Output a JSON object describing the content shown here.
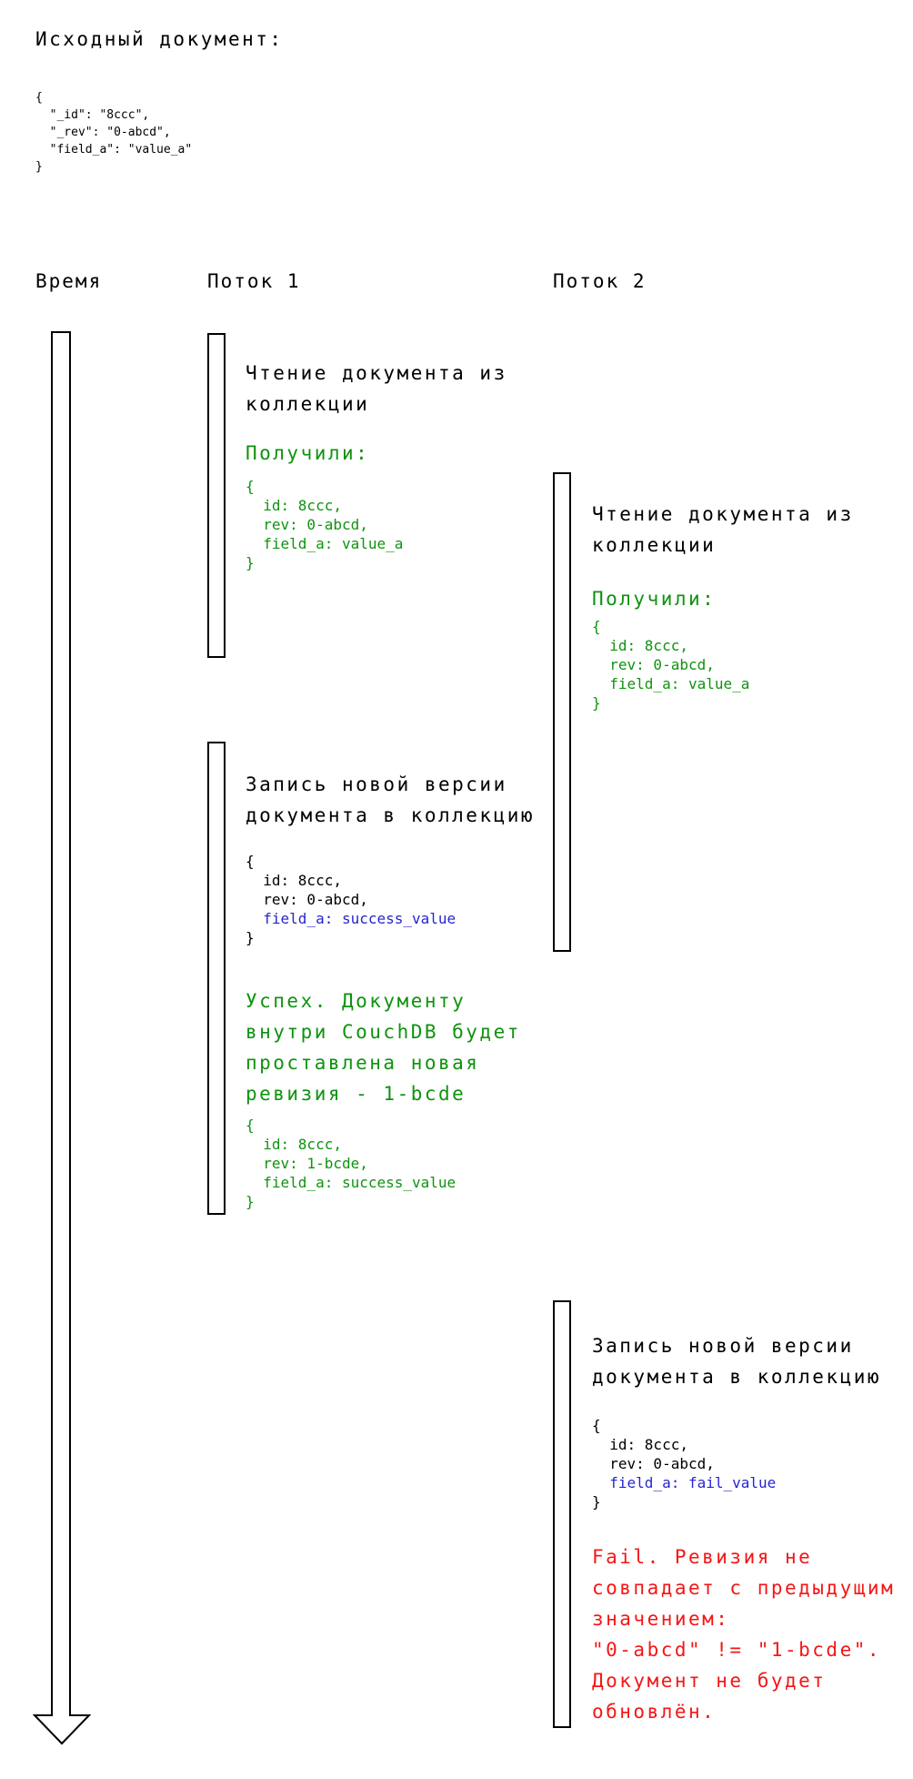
{
  "palette": {
    "green": "#0e930e",
    "blue": "#2525cf",
    "red": "#f51616",
    "black": "#000000"
  },
  "header": {
    "title": "Исходный документ:",
    "source_json": "{\n  \"_id\": \"8ccc\",\n  \"_rev\": \"0-abcd\",\n  \"field_a\": \"value_a\"\n}"
  },
  "columns": {
    "time_label": "Время",
    "thread1_label": "Поток 1",
    "thread2_label": "Поток 2"
  },
  "thread1": {
    "read_block": {
      "title": "Чтение документа из\nколлекции",
      "received_label": "Получили:",
      "received_json": "{\n  id: 8ccc,\n  rev: 0-abcd,\n  field_a: value_a\n}"
    },
    "write_block": {
      "title": "Запись новой версии\nдокумента в коллекцию",
      "json_head": "{\n  id: 8ccc,\n  rev: 0-abcd,\n",
      "json_highlight": "  field_a: success_value",
      "json_tail": "\n}",
      "result_text": "Успех. Документу\nвнутри CouchDB будет\nпроставлена новая\nревизия - 1-bcde",
      "result_json": "{\n  id: 8ccc,\n  rev: 1-bcde,\n  field_a: success_value\n}"
    }
  },
  "thread2": {
    "read_block": {
      "title": "Чтение документа из\nколлекции",
      "received_label": "Получили:",
      "received_json": "{\n  id: 8ccc,\n  rev: 0-abcd,\n  field_a: value_a\n}"
    },
    "write_block": {
      "title": "Запись новой версии\nдокумента в коллекцию",
      "json_head": "{\n  id: 8ccc,\n  rev: 0-abcd,\n",
      "json_highlight": "  field_a: fail_value",
      "json_tail": "\n}",
      "result_text": "Fail. Ревизия не\nсовпадает с предыдущим\nзначением:\n\"0-abcd\" != \"1-bcde\".\nДокумент не будет\nобновлён."
    }
  }
}
